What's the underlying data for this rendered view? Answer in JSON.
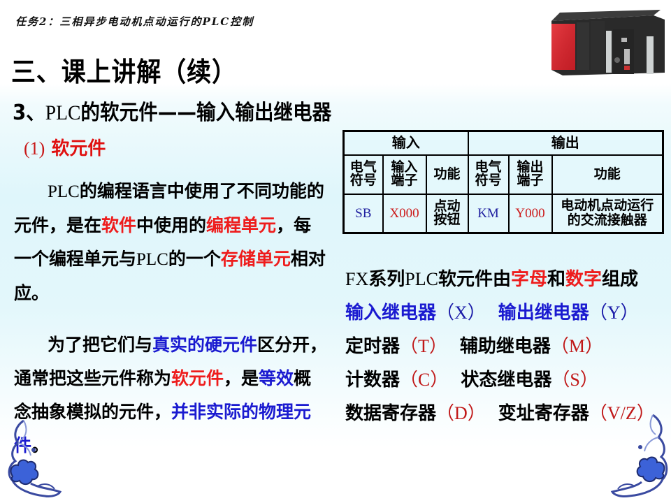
{
  "header": {
    "task_label": "任务2：三相异步电动机点动运行的PLC控制",
    "main_title": "三、课上讲解（续）"
  },
  "section": {
    "title_prefix": "3、",
    "title_latin": "PLC",
    "title_rest": "的软元件——输入输出继电器",
    "subtitle_num": "(1)",
    "subtitle_text": "软元件"
  },
  "paragraph1": {
    "latin1": "PLC",
    "text1": "的编程语言中使用了不同功能的元件，是在",
    "red1": "软件",
    "text2": "中使用的",
    "red2": "编程单元",
    "text3": "，每一个编程单元与",
    "latin2": "PLC",
    "text4": "的一个",
    "red3": "存储单元",
    "text5": "相对应。"
  },
  "paragraph2": {
    "text1": "为了把它们与",
    "blue1": "真实的硬元件",
    "text2": "区分开，通常把这些元件称为",
    "red1": "软元件",
    "text3": "，是",
    "blue2": "等效",
    "text4": "概念抽象模拟的元件，",
    "blue3": "并非实际的物理元件",
    "text5": "。"
  },
  "io_table": {
    "groups": [
      "输入",
      "输出"
    ],
    "headers": [
      "电气符号",
      "输入端子",
      "功能",
      "电气符号",
      "输出端子",
      "功能"
    ],
    "row": [
      "SB",
      "X000",
      "点动按钮",
      "KM",
      "Y000",
      "电动机点动运行的交流接触器"
    ]
  },
  "fx_series": {
    "line1": {
      "latin1": "FX",
      "text1": "系列",
      "latin2": "PLC",
      "text2": "软元件由",
      "red1": "字母",
      "text3": "和",
      "red2": "数字",
      "text4": "组成"
    },
    "items": [
      {
        "name": "输入继电器",
        "code": "（X）",
        "color": "blue"
      },
      {
        "name": "输出继电器",
        "code": "（Y）",
        "color": "blue"
      },
      {
        "name": "定时器",
        "code": "（T）",
        "color": "red"
      },
      {
        "name": "辅助继电器",
        "code": "（M）",
        "color": "red"
      },
      {
        "name": "计数器",
        "code": "（C）",
        "color": "red"
      },
      {
        "name": "状态继电器",
        "code": "（S）",
        "color": "red"
      },
      {
        "name": "数据寄存器",
        "code": "（D）",
        "color": "red"
      },
      {
        "name": "变址寄存器",
        "code": "（V/Z）",
        "color": "red"
      }
    ]
  },
  "colors": {
    "emphasis_red": "#ee1c1c",
    "emphasis_blue": "#1a1ad0",
    "table_bg": "#e4f8fc",
    "background_tint": "#dff6fb"
  },
  "images": {
    "plc_photo": "plc-hardware-photo",
    "ornaments": "blue-white-porcelain-corner-ornament"
  }
}
